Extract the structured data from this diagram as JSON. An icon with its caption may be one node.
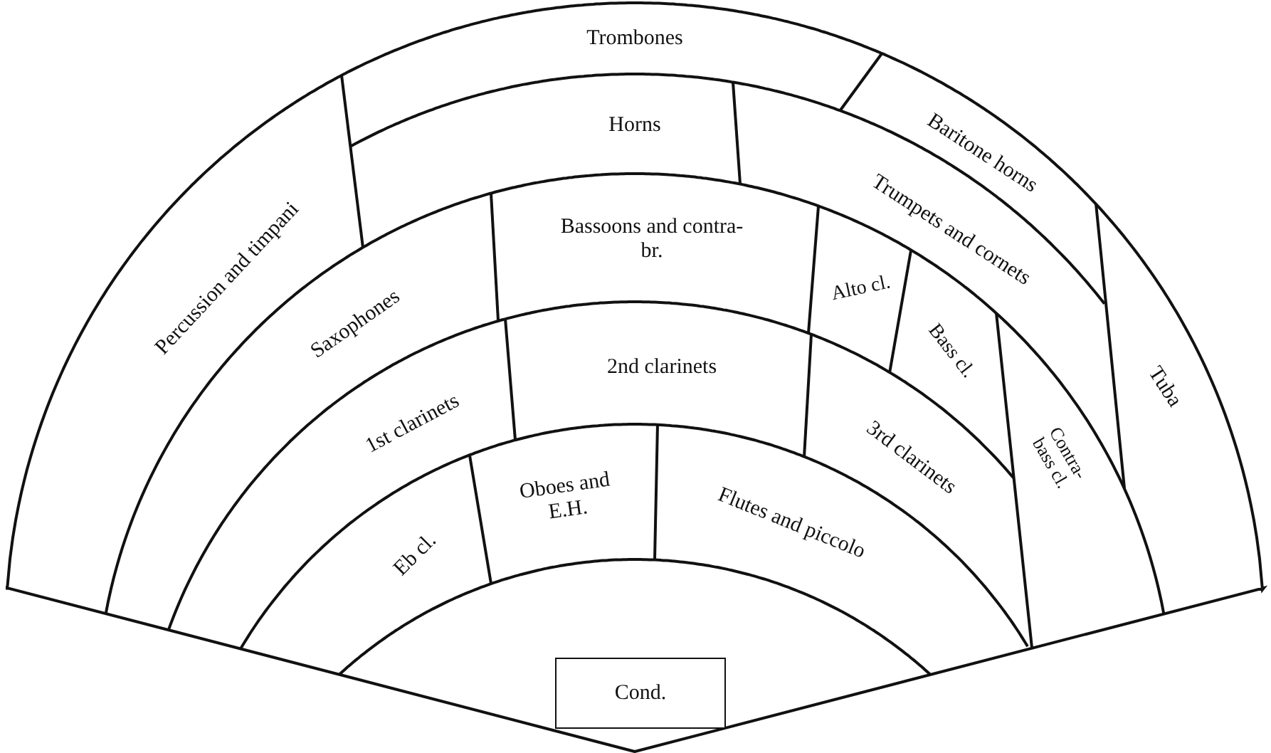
{
  "diagram": {
    "nodes": [
      {
        "text": [
          "Trombones"
        ]
      },
      {
        "text": [
          "Baritone horns"
        ]
      },
      {
        "text": [
          "Percussion and timpani"
        ]
      },
      {
        "text": [
          "Horns"
        ]
      },
      {
        "text": [
          "Trumpets and cornets"
        ]
      },
      {
        "text": [
          "Tuba"
        ]
      },
      {
        "text": [
          "Bassoons and contra-br."
        ]
      },
      {
        "text": [
          "Saxophones"
        ]
      },
      {
        "text": [
          "Alto cl."
        ]
      },
      {
        "text": [
          "Bass cl."
        ]
      },
      {
        "text": [
          "Contra-bass cl."
        ]
      },
      {
        "text": [
          "2nd clarinets"
        ]
      },
      {
        "text": [
          "1st clarinets"
        ]
      },
      {
        "text": [
          "3rd clarinets"
        ]
      },
      {
        "text": [
          "Oboes and E.H."
        ]
      },
      {
        "text": [
          "Flutes and piccolo"
        ]
      },
      {
        "text": [
          "Eb cl."
        ]
      },
      {
        "text": [
          "Cond."
        ]
      }
    ]
  }
}
